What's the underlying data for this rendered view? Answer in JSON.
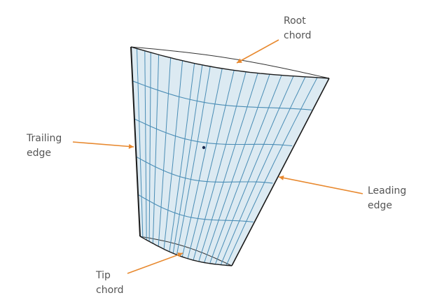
{
  "labels": {
    "root_chord": [
      "Root",
      "chord"
    ],
    "trailing_edge": [
      "Trailing",
      "edge"
    ],
    "leading_edge": [
      "Leading",
      "edge"
    ],
    "tip_chord": [
      "Tip",
      "chord"
    ]
  },
  "colors": {
    "arrow": "#e8892f",
    "wing_fill": "#dceaf2",
    "grid": "#4a8db5",
    "outline": "#1a1a1a",
    "text": "#555555"
  }
}
